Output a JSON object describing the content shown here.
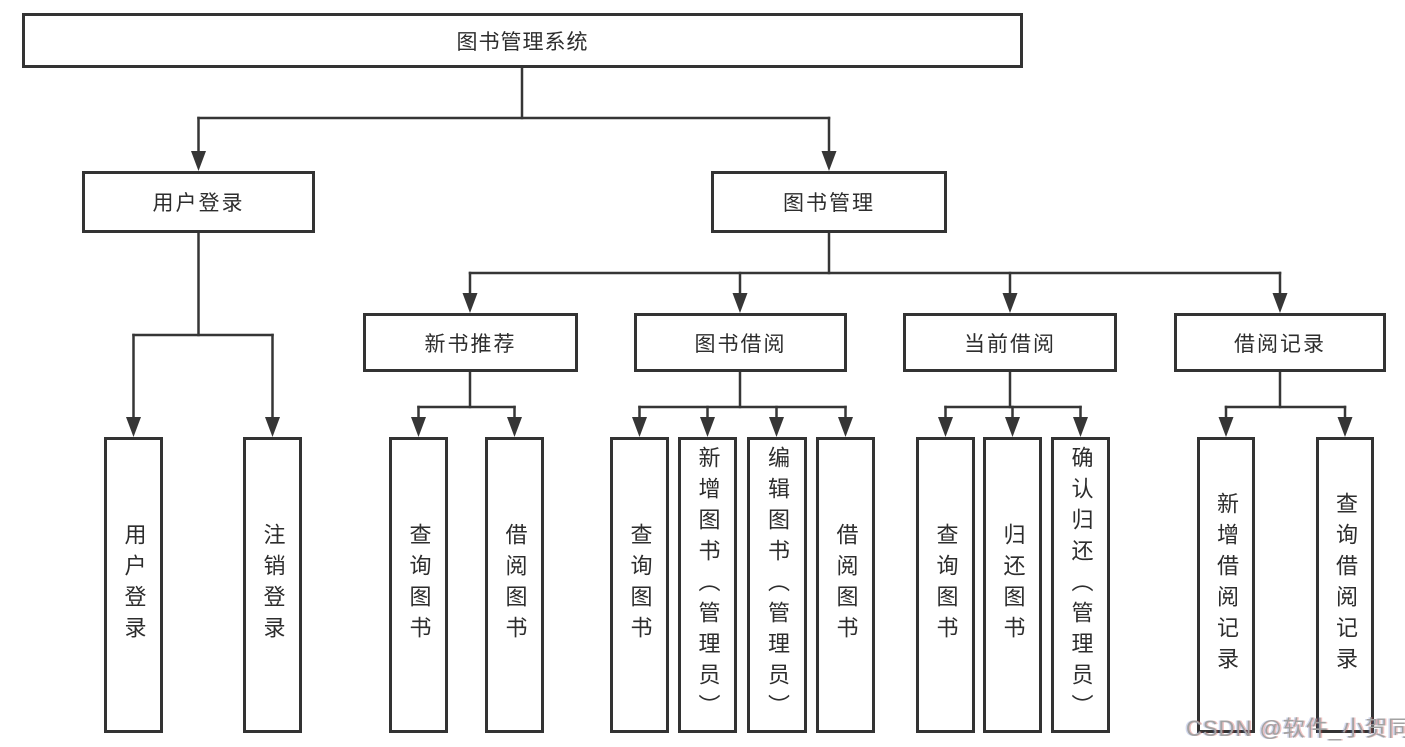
{
  "diagram": {
    "root": {
      "label": "图书管理系统"
    },
    "branches": [
      {
        "label": "用户登录",
        "children": [
          {
            "label": "用户登录"
          },
          {
            "label": "注销登录"
          }
        ]
      },
      {
        "label": "图书管理",
        "children": [
          {
            "label": "新书推荐",
            "children": [
              {
                "label": "查询图书"
              },
              {
                "label": "借阅图书"
              }
            ]
          },
          {
            "label": "图书借阅",
            "children": [
              {
                "label": "查询图书"
              },
              {
                "label": "新增图书（管理员）"
              },
              {
                "label": "编辑图书（管理员）"
              },
              {
                "label": "借阅图书"
              }
            ]
          },
          {
            "label": "当前借阅",
            "children": [
              {
                "label": "查询图书"
              },
              {
                "label": "归还图书"
              },
              {
                "label": "确认归还（管理员）"
              }
            ]
          },
          {
            "label": "借阅记录",
            "children": [
              {
                "label": "新增借阅记录"
              },
              {
                "label": "查询借阅记录"
              }
            ]
          }
        ]
      }
    ]
  },
  "watermark": {
    "text": "CSDN @软件_小贺同学"
  },
  "colors": {
    "line": "#363636",
    "box_border": "#333333",
    "text": "#2d2d2d",
    "background": "#ffffff",
    "watermark": "#a2a2a2"
  }
}
